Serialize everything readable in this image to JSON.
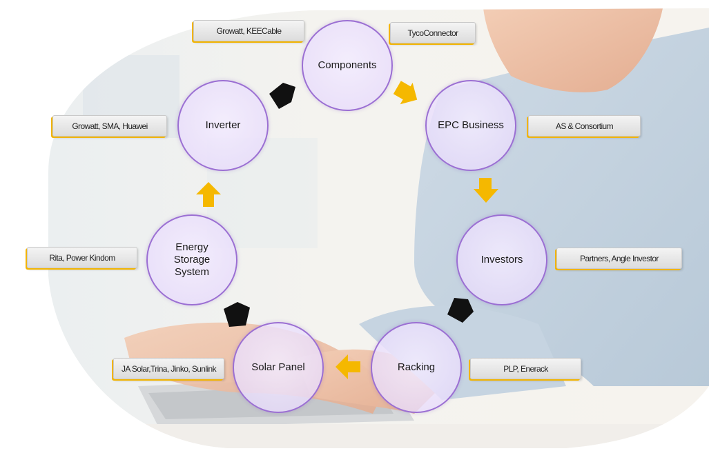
{
  "nodes": {
    "components": "Components",
    "epc": "EPC Business",
    "investors": "Investors",
    "racking": "Racking",
    "solar": "Solar Panel",
    "storage": "Energy\nStorage\nSystem",
    "inverter": "Inverter"
  },
  "tags": {
    "components_left": "Growatt, KEECable",
    "components_right": "TycoConnector",
    "epc": "AS & Consortium",
    "investors": "Partners, Angle Investor",
    "racking": "PLP, Enerack",
    "solar": "JA Solar,Trina, Jinko, Sunlink",
    "storage": "Rita, Power Kindom",
    "inverter": "Growatt, SMA, Huawei"
  },
  "colors": {
    "accent_yellow": "#f5b800",
    "arrow_black": "#111111",
    "node_border": "#9b6fd3"
  }
}
